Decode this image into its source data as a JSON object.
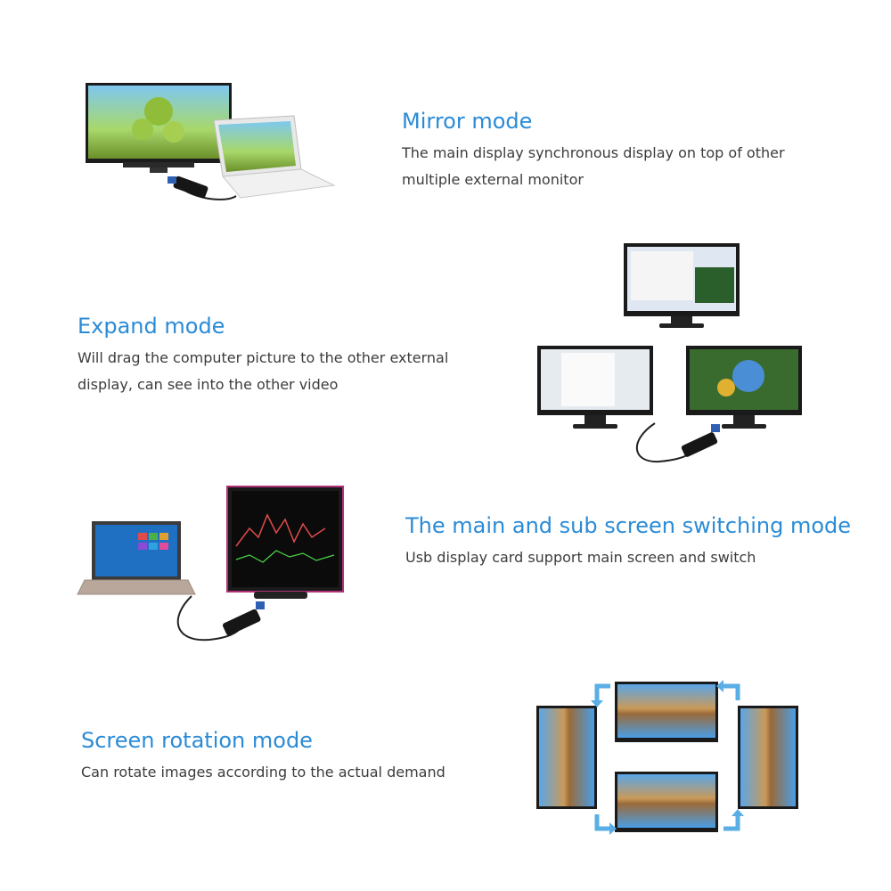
{
  "sections": [
    {
      "title": "Mirror mode",
      "description": "The main display synchronous display on top of other multiple external monitor"
    },
    {
      "title": "Expand mode",
      "description": "Will drag the computer picture to the other external display, can see into the other video"
    },
    {
      "title": "The main and sub screen switching mode",
      "description": "Usb display card support main screen and switch"
    },
    {
      "title": "Screen rotation mode",
      "description": "Can rotate images according to the actual demand"
    }
  ],
  "colors": {
    "title": "#2b8bd6",
    "text": "#3c3c3c",
    "arrow": "#5aaee6"
  }
}
